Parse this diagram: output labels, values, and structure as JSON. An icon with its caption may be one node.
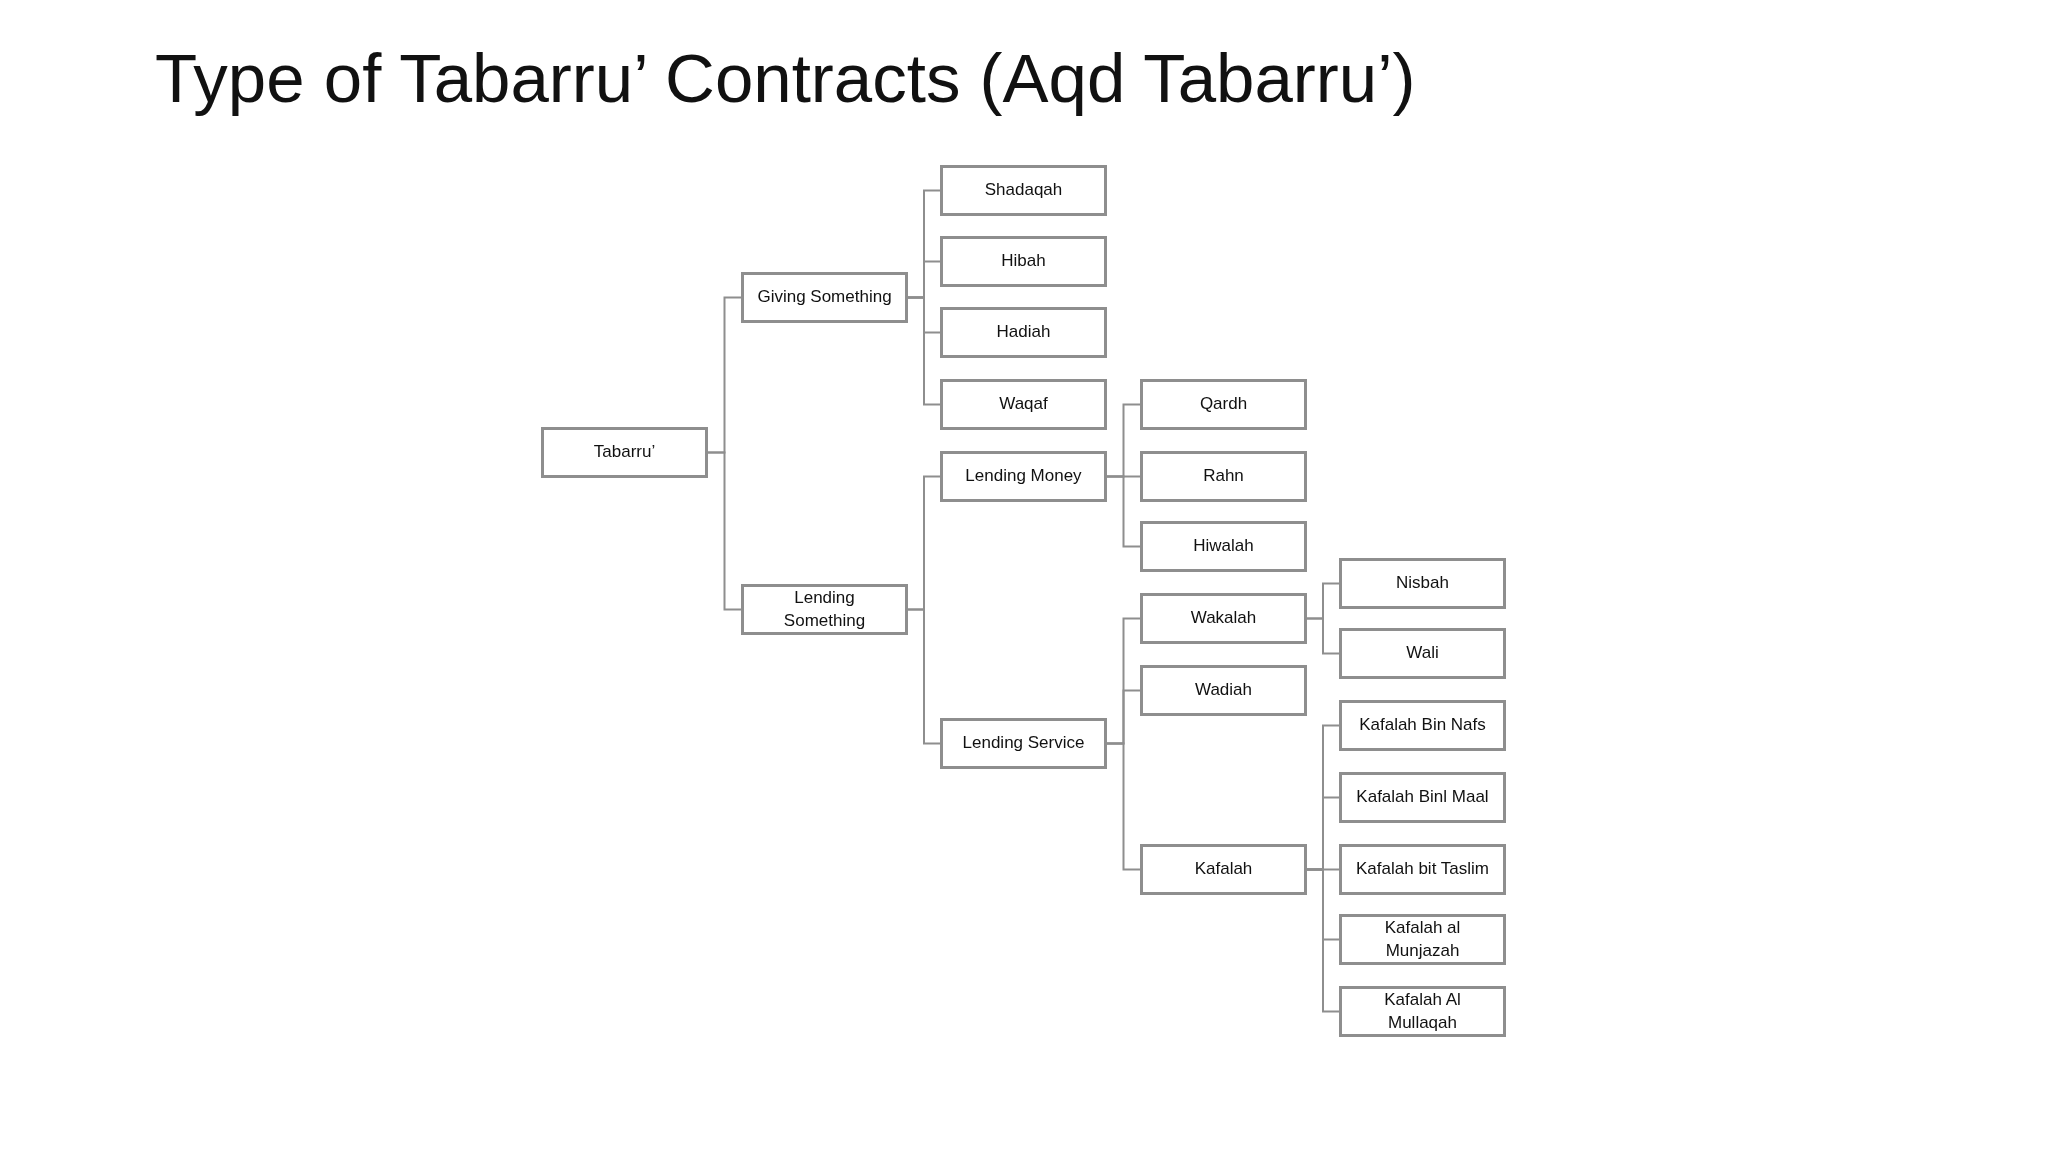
{
  "diagram": {
    "title": "Type of Tabarru’ Contracts (Aqd Tabarru’)",
    "nodes": [
      {
        "text": [
          "Tabarru’"
        ]
      },
      {
        "text": [
          "Giving Something"
        ]
      },
      {
        "text": [
          "Lending Something"
        ]
      },
      {
        "text": [
          "Shadaqah"
        ]
      },
      {
        "text": [
          "Hibah"
        ]
      },
      {
        "text": [
          "Hadiah"
        ]
      },
      {
        "text": [
          "Waqaf"
        ]
      },
      {
        "text": [
          "Lending Money"
        ]
      },
      {
        "text": [
          "Lending Service"
        ]
      },
      {
        "text": [
          "Qardh"
        ]
      },
      {
        "text": [
          "Rahn"
        ]
      },
      {
        "text": [
          "Hiwalah"
        ]
      },
      {
        "text": [
          "Wakalah"
        ]
      },
      {
        "text": [
          "Wadiah"
        ]
      },
      {
        "text": [
          "Kafalah"
        ]
      },
      {
        "text": [
          "Nisbah"
        ]
      },
      {
        "text": [
          "Wali"
        ]
      },
      {
        "text": [
          "Kafalah Bin Nafs"
        ]
      },
      {
        "text": [
          "Kafalah Binl Maal"
        ]
      },
      {
        "text": [
          "Kafalah bit Taslim"
        ]
      },
      {
        "text": [
          "Kafalah al Munjazah"
        ]
      },
      {
        "text": [
          "Kafalah Al Mullaqah"
        ]
      }
    ],
    "edges": [
      {
        "from": 0,
        "to": 1,
        "arrow": "none"
      },
      {
        "from": 0,
        "to": 2,
        "arrow": "none"
      },
      {
        "from": 1,
        "to": 3,
        "arrow": "none"
      },
      {
        "from": 1,
        "to": 4,
        "arrow": "none"
      },
      {
        "from": 1,
        "to": 5,
        "arrow": "none"
      },
      {
        "from": 1,
        "to": 6,
        "arrow": "none"
      },
      {
        "from": 2,
        "to": 7,
        "arrow": "none"
      },
      {
        "from": 2,
        "to": 8,
        "arrow": "none"
      },
      {
        "from": 7,
        "to": 9,
        "arrow": "none"
      },
      {
        "from": 7,
        "to": 10,
        "arrow": "none"
      },
      {
        "from": 7,
        "to": 11,
        "arrow": "none"
      },
      {
        "from": 8,
        "to": 12,
        "arrow": "none"
      },
      {
        "from": 8,
        "to": 13,
        "arrow": "none"
      },
      {
        "from": 8,
        "to": 14,
        "arrow": "none"
      },
      {
        "from": 12,
        "to": 15,
        "arrow": "none"
      },
      {
        "from": 12,
        "to": 16,
        "arrow": "none"
      },
      {
        "from": 14,
        "to": 17,
        "arrow": "none"
      },
      {
        "from": 14,
        "to": 18,
        "arrow": "none"
      },
      {
        "from": 14,
        "to": 19,
        "arrow": "none"
      },
      {
        "from": 14,
        "to": 20,
        "arrow": "none"
      },
      {
        "from": 14,
        "to": 21,
        "arrow": "none"
      }
    ]
  }
}
